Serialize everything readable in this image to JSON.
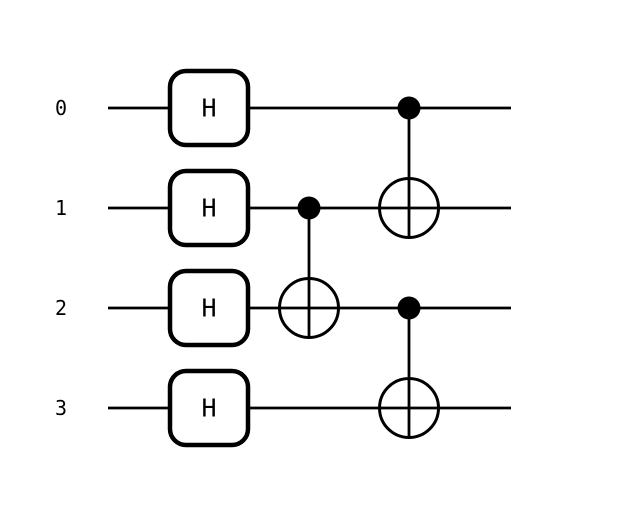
{
  "diagram": {
    "type": "quantum-circuit",
    "colors": {
      "background": "#ffffff",
      "stroke": "#000000",
      "gate_fill": "#ffffff"
    },
    "qubits": [
      {
        "label": "0"
      },
      {
        "label": "1"
      },
      {
        "label": "2"
      },
      {
        "label": "3"
      }
    ],
    "moments": [
      {
        "gates": [
          {
            "type": "box",
            "label": "H",
            "qubit": 0
          },
          {
            "type": "box",
            "label": "H",
            "qubit": 1
          },
          {
            "type": "box",
            "label": "H",
            "qubit": 2
          },
          {
            "type": "box",
            "label": "H",
            "qubit": 3
          }
        ]
      },
      {
        "gates": [
          {
            "type": "cnot",
            "control": 1,
            "target": 2
          }
        ]
      },
      {
        "gates": [
          {
            "type": "cnot",
            "control": 0,
            "target": 1
          },
          {
            "type": "cnot",
            "control": 2,
            "target": 3
          }
        ]
      }
    ]
  }
}
